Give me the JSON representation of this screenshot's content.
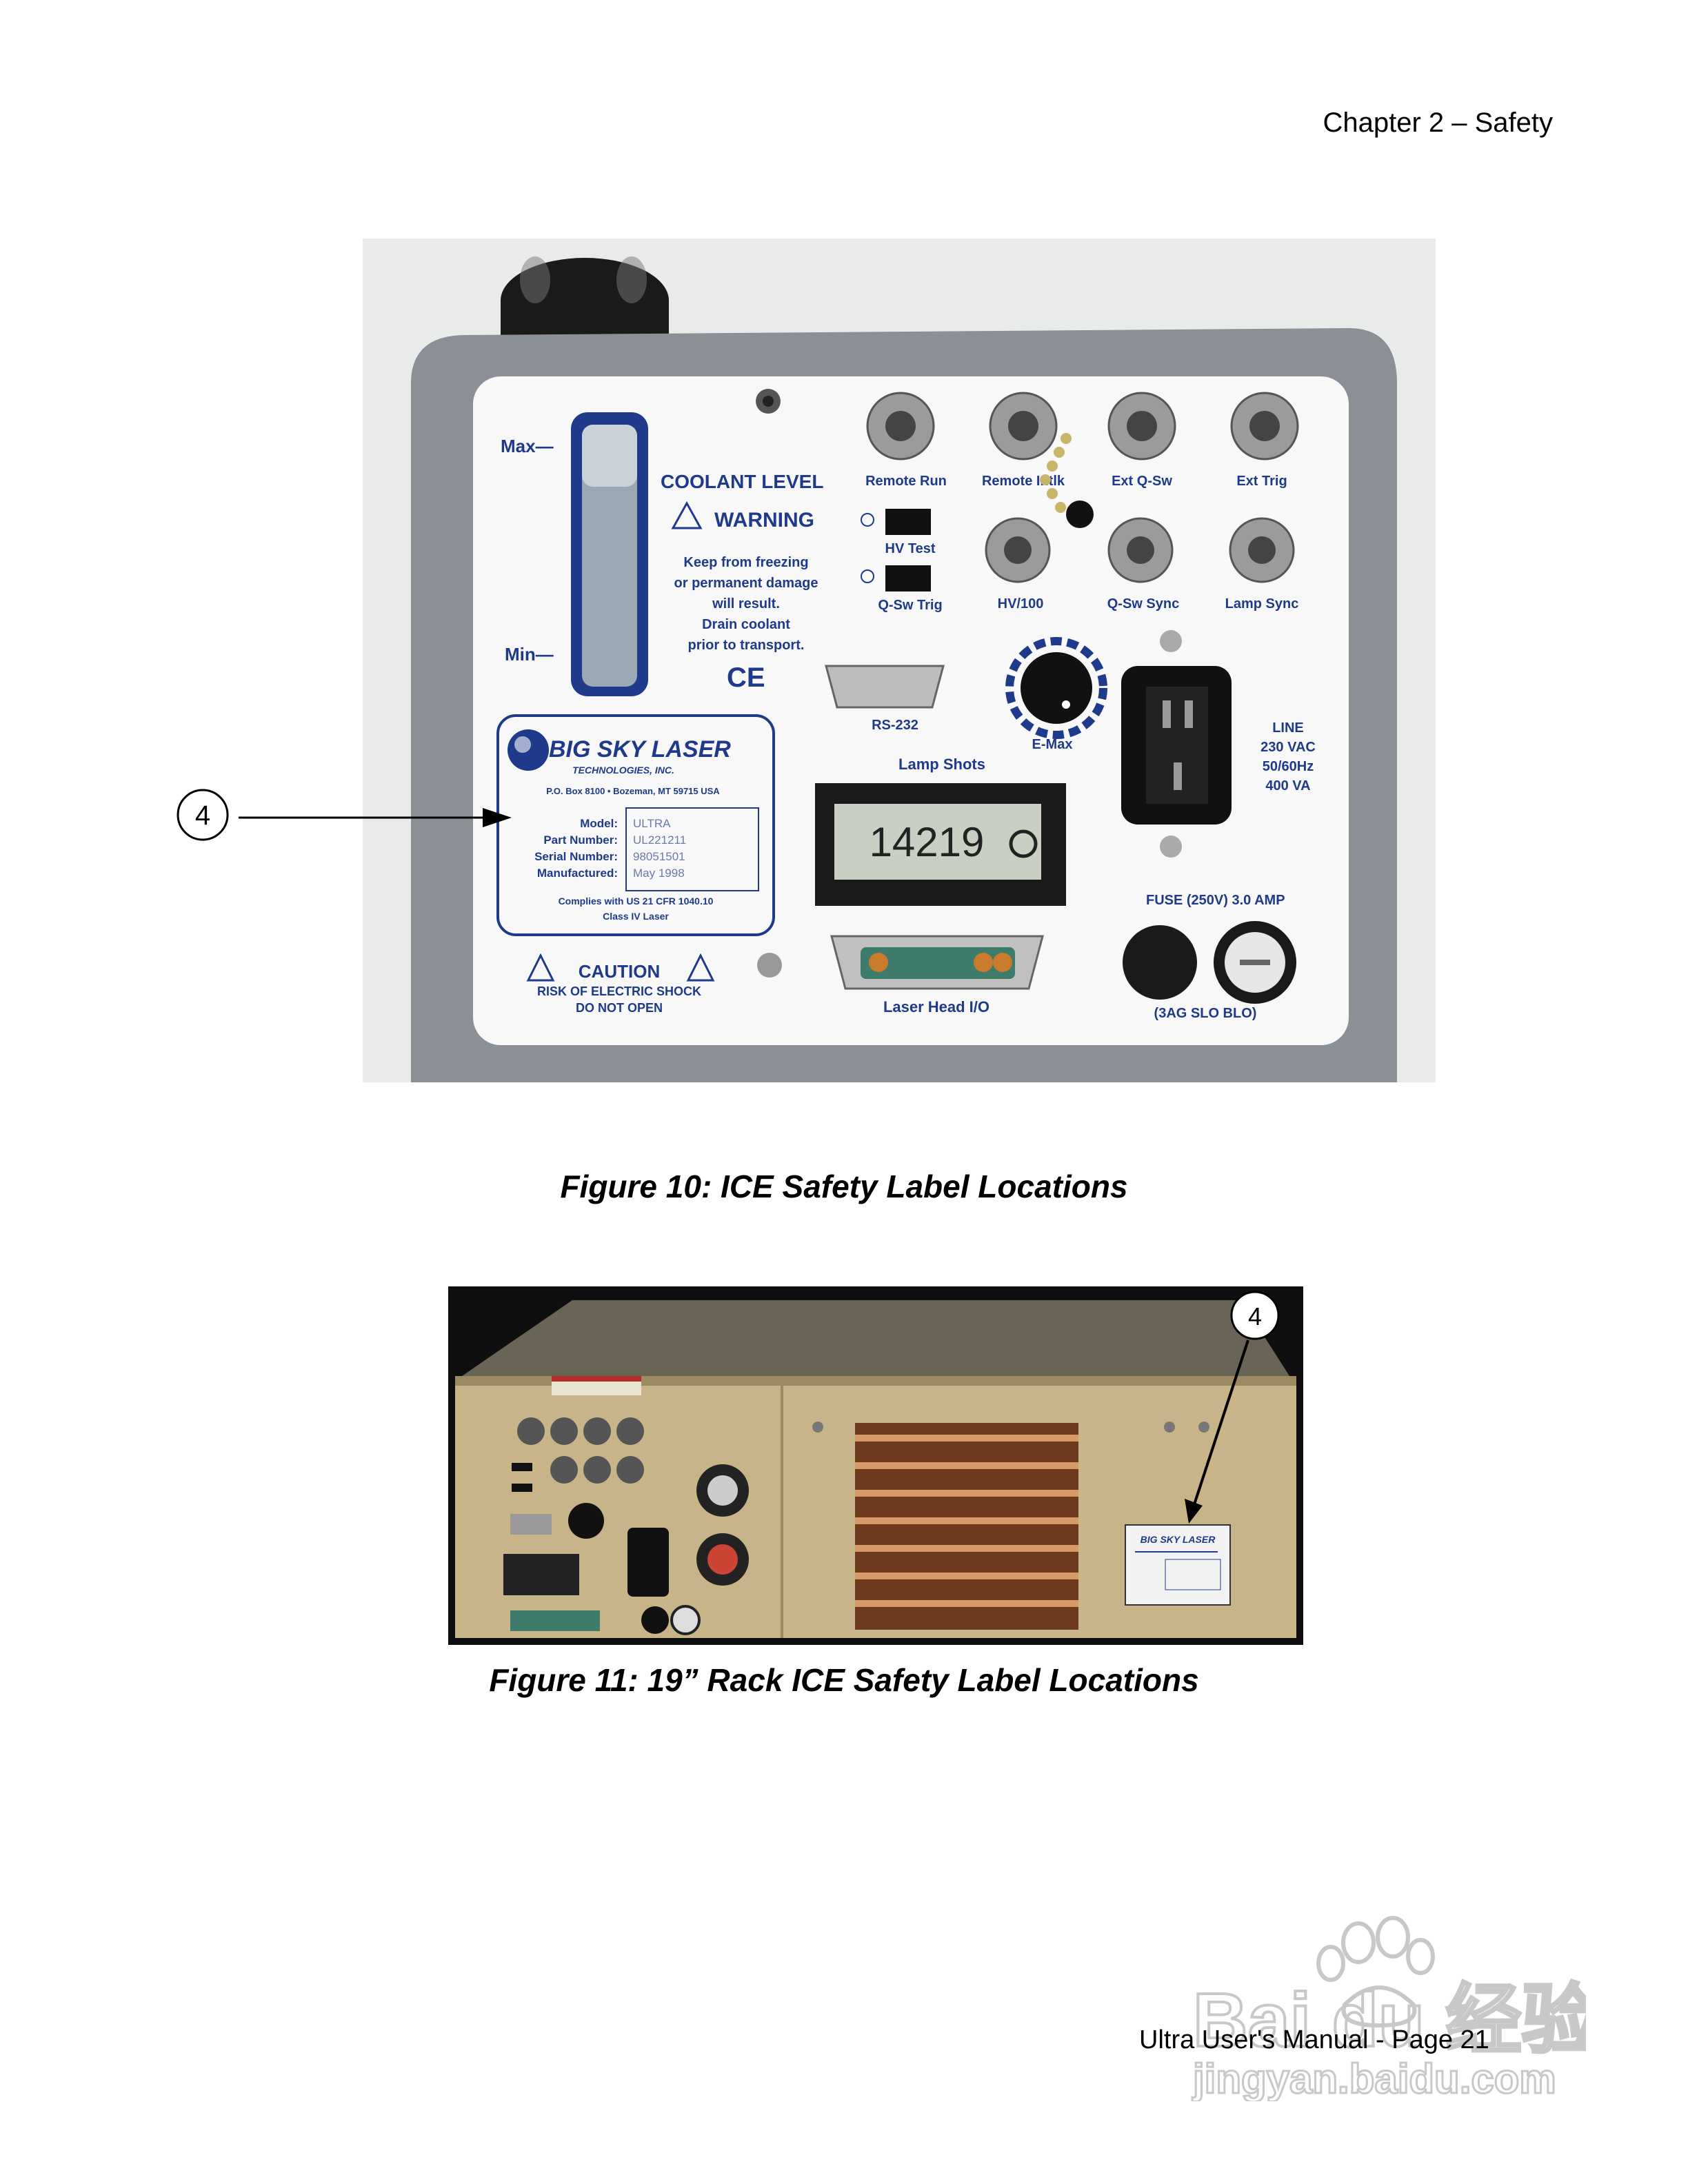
{
  "header": {
    "chapter": "Chapter 2 – Safety"
  },
  "figure10": {
    "caption": "Figure 10: ICE Safety Label Locations",
    "callout": "4",
    "panel": {
      "coolant": {
        "max": "Max—",
        "min": "Min—",
        "title": "COOLANT LEVEL"
      },
      "warning": {
        "title": "WARNING",
        "lines": [
          "Keep from freezing",
          "or permanent damage",
          "will result.",
          "Drain coolant",
          "prior to transport."
        ],
        "ce": "CE"
      },
      "connectors_top": [
        "Remote Run",
        "Remote Intlk",
        "Ext Q-Sw",
        "Ext Trig"
      ],
      "switches": [
        "HV Test",
        "Q-Sw Trig"
      ],
      "connectors_mid": [
        "HV/100",
        "Q-Sw Sync",
        "Lamp Sync"
      ],
      "rs232": "RS-232",
      "emax": "E-Max",
      "lamp_shots": {
        "label": "Lamp Shots",
        "value": "14219"
      },
      "line": [
        "LINE",
        "230 VAC",
        "50/60Hz",
        "400 VA"
      ],
      "fuse": {
        "label": "FUSE (250V) 3.0 AMP",
        "type": "(3AG SLO BLO)"
      },
      "laser_head": "Laser Head I/O",
      "caution": {
        "title": "CAUTION",
        "line1": "RISK OF ELECTRIC SHOCK",
        "line2": "DO NOT OPEN"
      },
      "nameplate": {
        "brand": "BIG SKY LASER",
        "sub": "TECHNOLOGIES, INC.",
        "address": "P.O. Box 8100 • Bozeman, MT 59715 USA",
        "fields": [
          {
            "label": "Model:",
            "value": "ULTRA"
          },
          {
            "label": "Part Number:",
            "value": "UL221211"
          },
          {
            "label": "Serial Number:",
            "value": "98051501"
          },
          {
            "label": "Manufactured:",
            "value": "May 1998"
          }
        ],
        "compliance1": "Complies with US 21 CFR 1040.10",
        "compliance2": "Class IV Laser"
      }
    }
  },
  "figure11": {
    "caption": "Figure 11: 19” Rack ICE Safety Label Locations",
    "callout": "4",
    "label_brand": "BIG SKY LASER"
  },
  "footer": {
    "page": "Ultra User's Manual - Page 21"
  },
  "watermark": {
    "brand": "Bai du 经验",
    "url": "jingyan.baidu.com"
  },
  "colors": {
    "panel_blue": "#1f3a8a",
    "housing_gray": "#8a9096",
    "copper": "#b06a40",
    "rack_tan": "#c7b489"
  }
}
